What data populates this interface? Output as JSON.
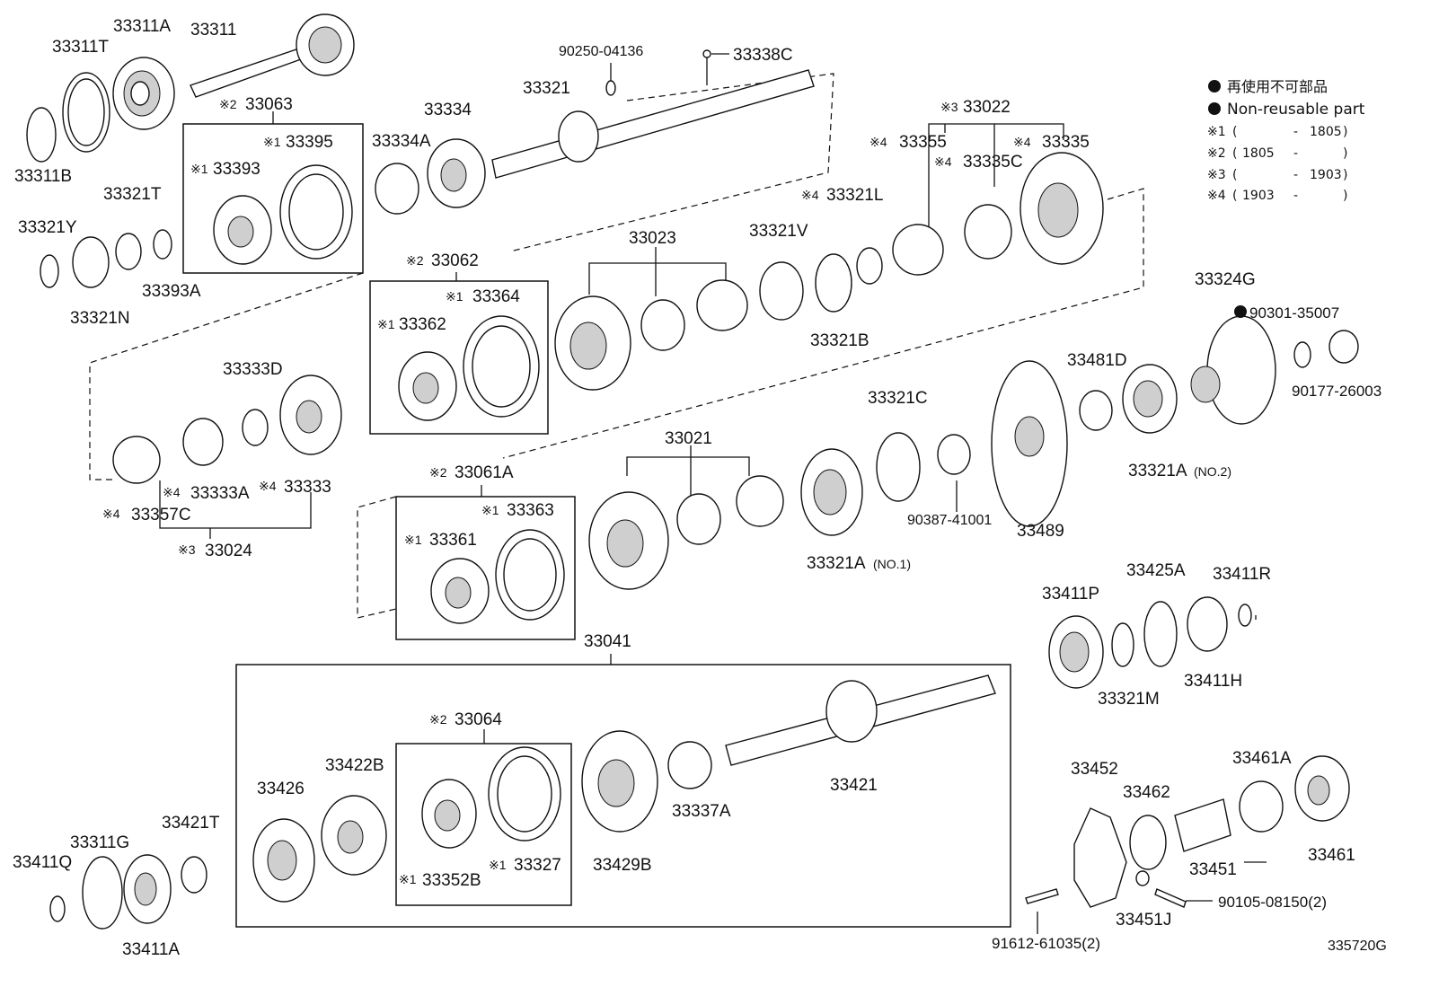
{
  "legend": {
    "non_reusable_jp": "再使用不可部品",
    "non_reusable_en": "Non-reusable part",
    "notes": [
      {
        "mark": "※1",
        "from": "",
        "to": "1805"
      },
      {
        "mark": "※2",
        "from": "1805",
        "to": ""
      },
      {
        "mark": "※3",
        "from": "",
        "to": "1903"
      },
      {
        "mark": "※4",
        "from": "1903",
        "to": ""
      }
    ]
  },
  "diagram_code": "335720G",
  "labels": {
    "p33311A": "33311A",
    "p33311T": "33311T",
    "p33311": "33311",
    "p33311B": "33311B",
    "p33063": "33063",
    "p33395": "33395",
    "p33393": "33393",
    "p33321T": "33321T",
    "p33321Y": "33321Y",
    "p33321N": "33321N",
    "p33393A": "33393A",
    "p90250": "90250-04136",
    "p33338C": "33338C",
    "p33321": "33321",
    "p33334": "33334",
    "p33334A": "33334A",
    "p33022": "33022",
    "p33355": "33355",
    "p33335": "33335",
    "p33335C": "33335C",
    "p33321L": "33321L",
    "p33023": "33023",
    "p33321V": "33321V",
    "p33321B": "33321B",
    "p33062": "33062",
    "p33364": "33364",
    "p33362": "33362",
    "p33324G": "33324G",
    "p90301": "90301-35007",
    "p90177": "90177-26003",
    "p33333D": "33333D",
    "p33333A": "33333A",
    "p33333": "33333",
    "p33357C": "33357C",
    "p33024": "33024",
    "p33481D": "33481D",
    "p33321C": "33321C",
    "p33021": "33021",
    "p33061A": "33061A",
    "p33363": "33363",
    "p33361": "33361",
    "p33321A2": "33321A",
    "p33321A2n": "(NO.2)",
    "p90387": "90387-41001",
    "p33489": "33489",
    "p33321A1": "33321A",
    "p33321A1n": "(NO.1)",
    "p33411P": "33411P",
    "p33425A": "33425A",
    "p33411R": "33411R",
    "p33321M": "33321M",
    "p33411H": "33411H",
    "p33041": "33041",
    "p33064": "33064",
    "p33422B": "33422B",
    "p33426": "33426",
    "p33352B": "33352B",
    "p33327": "33327",
    "p33429B": "33429B",
    "p33337A": "33337A",
    "p33421": "33421",
    "p33452": "33452",
    "p33462": "33462",
    "p33461A": "33461A",
    "p33461": "33461",
    "p33451": "33451",
    "p33451J": "33451J",
    "p90105": "90105-08150(2)",
    "p91612": "91612-61035(2)",
    "p33411Q": "33411Q",
    "p33311G": "33311G",
    "p33421T": "33421T",
    "p33411A": "33411A"
  },
  "marks": {
    "m1": "※1",
    "m2": "※2",
    "m3": "※3",
    "m4": "※4"
  }
}
